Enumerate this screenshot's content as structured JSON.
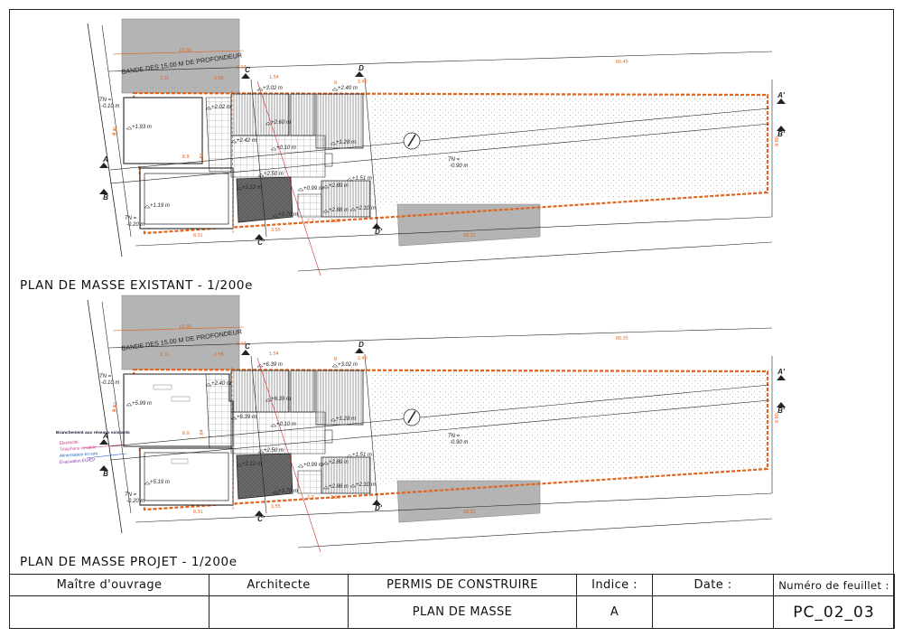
{
  "plans": [
    {
      "title": "PLAN DE MASSE EXISTANT - 1/200e",
      "band_label": "BANDE DES 15.00 M DE PROFONDEUR",
      "band_dim": "15.00",
      "dims": [
        "3.11",
        "2.56",
        "3.13",
        "1.54",
        "9",
        "2.40",
        "60.45",
        "8.31",
        "3.55",
        "1.84",
        "2.3",
        "2.28",
        "58.21",
        "9.11",
        "8.9"
      ],
      "levels": [
        "+3.02 m",
        "+2.40 m",
        "+2.02 m",
        "+2.60 m",
        "+1.93 m",
        "+2.42 m",
        "+0.10 m",
        "+1.28 m",
        "+2.50 m",
        "+1.51 m",
        "+2.12 m",
        "+0.99 m",
        "+2.89 m",
        "+1.19 m",
        "+3.70 m",
        "+2.88 m",
        "+2.10 m"
      ],
      "tn_labels": [
        {
          "label": "TN =",
          "value": "-0.10 m"
        },
        {
          "label": "TN =",
          "value": "-0.20 m"
        },
        {
          "label": "TN =",
          "value": "-0.90 m"
        }
      ],
      "sections": [
        "A",
        "B",
        "C",
        "C'",
        "D",
        "D'",
        "A'",
        "B'"
      ]
    },
    {
      "title": "PLAN DE MASSE PROJET - 1/200e",
      "band_label": "BANDE DES 15.00 M DE PROFONDEUR",
      "band_dim": "15.00",
      "dims": [
        "3.11",
        "2.56",
        "3.13",
        "1.54",
        "9",
        "2.40",
        "60.35",
        "8.31",
        "3.55",
        "1.84",
        "2.3",
        "2.28",
        "58.21",
        "9.12",
        "8.9"
      ],
      "levels": [
        "+6.39 m",
        "+3.02 m",
        "+2.40 m",
        "+6.39 m",
        "+5.99 m",
        "+6.39 m",
        "+0.10 m",
        "+1.28 m",
        "+2.50 m",
        "+1.51 m",
        "+2.12 m",
        "+0.99 m",
        "+2.89 m",
        "+5.19 m",
        "+3.70 m",
        "+2.88 m",
        "+2.10 m"
      ],
      "tn_labels": [
        {
          "label": "TN =",
          "value": "-0.10 m"
        },
        {
          "label": "TN =",
          "value": "-0.20 m"
        },
        {
          "label": "TN =",
          "value": "-0.90 m"
        }
      ],
      "sections": [
        "A",
        "B",
        "C",
        "C'",
        "D",
        "D'",
        "A'",
        "B'"
      ],
      "network_notes": [
        "Branchement aux réseaux existants",
        "Electricité",
        "Téléphone et câble",
        "Alimentation en eau",
        "Evacuation EU/EV"
      ]
    }
  ],
  "title_block": {
    "maitre_ouvrage": "Maître d'ouvrage",
    "architecte": "Architecte",
    "permis": "PERMIS DE CONSTRUIRE",
    "plan": "PLAN DE MASSE",
    "indice_label": "Indice :",
    "indice_value": "A",
    "date_label": "Date :",
    "feuillet_label": "Numéro de feuillet :",
    "feuillet_value": "PC_02_03"
  },
  "colors": {
    "boundary": "#e0641c",
    "ink": "#222222",
    "neighbor": "#b4b4b4",
    "dark_hatch": "#555555",
    "notes": "#c0287a"
  }
}
